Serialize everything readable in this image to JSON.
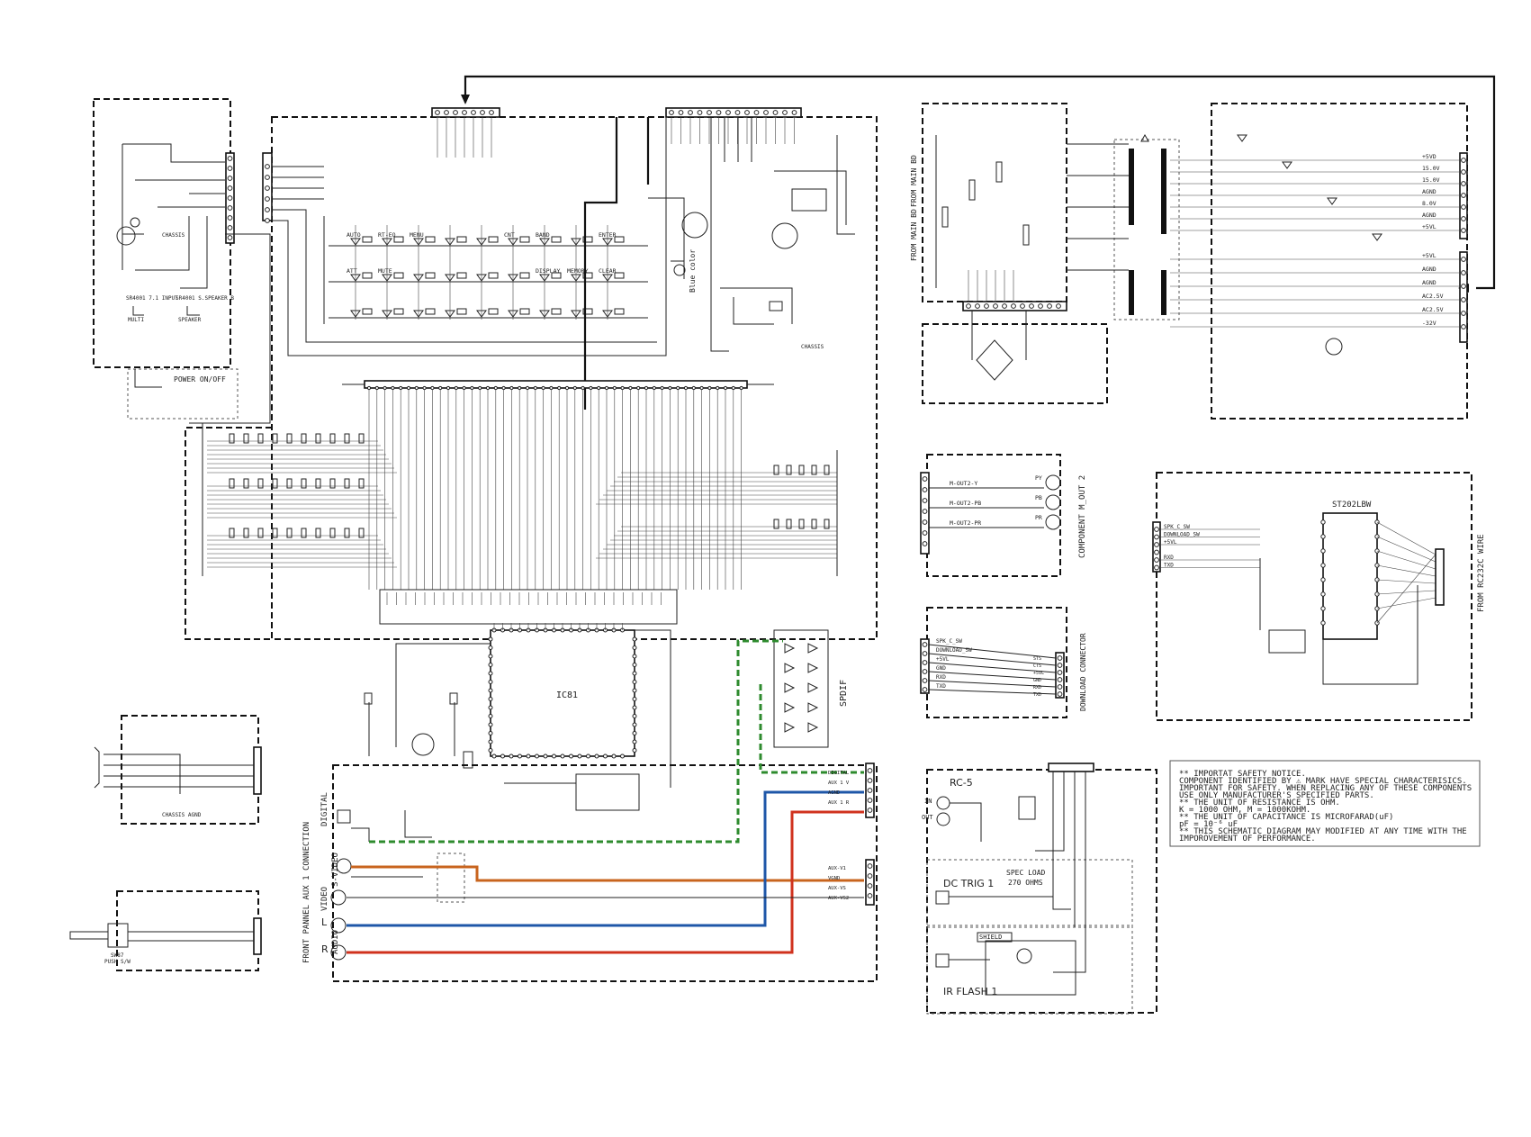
{
  "labels": {
    "power_on_off": "POWER ON/OFF",
    "chassis": "CHASSIS",
    "chassis_agnd": "CHASSIS AGND",
    "blue_color": "Blue color",
    "ic_main": "IC81",
    "spdif": "SPDIF",
    "st202lbw": "ST202LBW",
    "spec_load": "SPEC LOAD",
    "spec_load_ohms": "270 OHMS",
    "rc5": "RC-5",
    "rc5_in": "IN",
    "rc5_out": "OUT",
    "dc_trig": "DC TRIG 1",
    "ir_flash": "IR FLASH 1",
    "shield": "SHIELD",
    "push_sw": "PUSH S/W",
    "sw_ref": "SW87",
    "front_panel": "FRONT PANNEL AUX 1 CONNECTION",
    "digital": "DIGITAL",
    "video": "VIDEO",
    "s_video": "S-VIDEO",
    "audio": "AUDIO",
    "l": "L",
    "r": "R",
    "component": "COMPONENT M_OUT 2",
    "download_connector": "DOWNLOAD CONNECTOR",
    "from_rc232c": "FROM RC232C WIRE",
    "from_main_bd": "FROM MAIN BD",
    "from_main_bd_2": "FROM MAIN BD",
    "sr4001_input": "SR4001 7.1 INPUT",
    "sr4001_multi": "MULTI",
    "sr4001_speaker": "SR4001 S.SPEAKER B",
    "sr4001_speaker_b": "SPEAKER"
  },
  "buttons_row1": [
    "AUTO",
    "RT-EQ",
    "MENU",
    "",
    "",
    "CNT",
    "BAND",
    "",
    "ENTER"
  ],
  "buttons_row2": [
    "ATT",
    "MUTE",
    "",
    "",
    "",
    "",
    "DISPLAY",
    "MEMORY",
    "CLEAR"
  ],
  "component_signals": [
    "M-OUT2-Y",
    "M-OUT2-PB",
    "M-OUT2-PR"
  ],
  "component_jacks": [
    "PY",
    "PB",
    "PR"
  ],
  "download_signals": [
    "SPK_C_SW",
    "DOWNLOAD_SW",
    "+5VL",
    "GND",
    "RXD",
    "TXD"
  ],
  "download_right": [
    "STS",
    "CTS",
    "+5VL",
    "GND",
    "RXD",
    "TXD"
  ],
  "rs232_signals": [
    "SPK_C_SW",
    "DOWNLOAD_SW",
    "+5VL",
    "",
    "RXD",
    "TXD"
  ],
  "psu_rails": [
    "+5VD",
    "15.0V",
    "15.0V",
    "AGND",
    "8.0V",
    "AGND",
    "+5VL",
    "+5VL",
    "AGND",
    "AGND",
    "AC2.5V",
    "AC2.5V",
    "-32V"
  ],
  "aux_right": [
    "DIGITAL",
    "AUX 1 V",
    "AGND",
    "AUX 1 R"
  ],
  "aux_right2": [
    "AUX-V1",
    "VGND",
    "AUX-VS",
    "AUX-VS2"
  ],
  "notice": [
    "** IMPORTAT SAFETY NOTICE.",
    "   COMPONENT IDENTIFIED BY ⚠ MARK HAVE SPECIAL CHARACTERISICS.",
    "   IMPORTANT FOR SAFETY. WHEN REPLACING ANY OF THESE COMPONENTS",
    "   USE ONLY MANUFACTURER'S SPECIFIED PARTS.",
    "** THE UNIT OF RESISTANCE IS OHM.",
    "   K = 1000 OHM, M = 1000KOHM.",
    "** THE UNIT OF CAPACITANCE IS MICROFARAD(uF)",
    "   pF = 10⁻⁶ uF",
    "** THIS SCHEMATIC DIAGRAM MAY MODIFIED AT ANY TIME WITH THE",
    "   IMPOROVEMENT OF PERFORMANCE."
  ],
  "colors": {
    "spdif_trace": "#2e8b2e",
    "video_trace": "#c8641e",
    "left_trace": "#1f57a8",
    "right_trace": "#d0321e"
  }
}
